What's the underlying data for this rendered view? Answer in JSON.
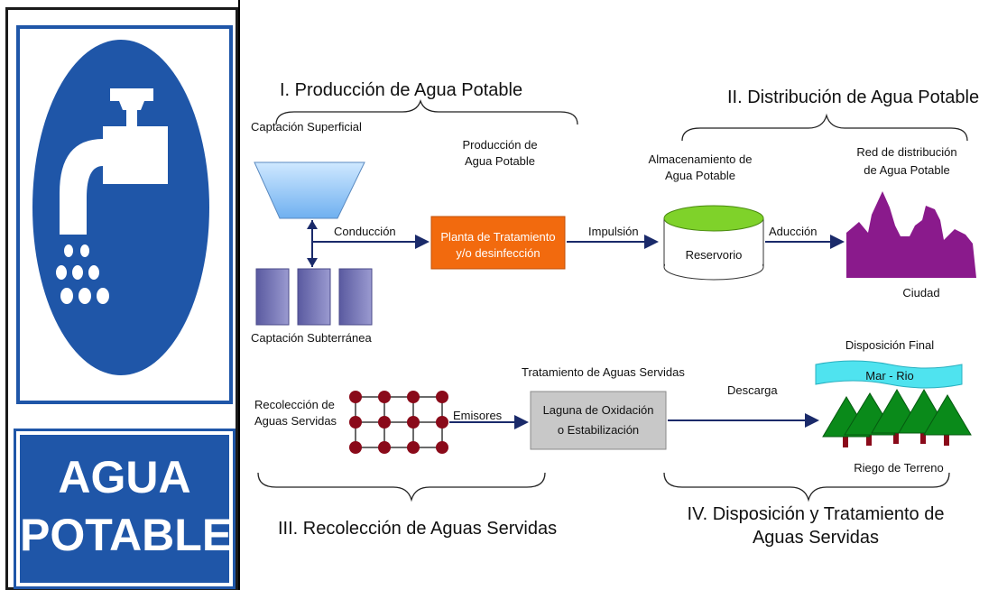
{
  "sign": {
    "line1": "AGUA",
    "line2": "POTABLE"
  },
  "sections": {
    "production_title": "I. Producción de Agua Potable",
    "distribution_title": "II. Distribución de Agua Potable",
    "collection_title": "III. Recolección de Aguas Servidas",
    "disposal_title_1": "IV. Disposición y Tratamiento de",
    "disposal_title_2": "Aguas Servidas"
  },
  "nodes": {
    "surface_capture": "Captación Superficial",
    "underground_capture": "Captación Subterránea",
    "production_1": "Producción de",
    "production_2": "Agua Potable",
    "plant_1": "Planta de Tratamiento",
    "plant_2": "y/o desinfección",
    "storage_1": "Almacenamiento de",
    "storage_2": "Agua Potable",
    "reservoir": "Reservorio",
    "network_1": "Red de distribución",
    "network_2": "de Agua Potable",
    "city": "Ciudad",
    "collection_1": "Recolección de",
    "collection_2": "Aguas Servidas",
    "treatment_title": "Tratamiento de Aguas Servidas",
    "lagoon_1": "Laguna de Oxidación",
    "lagoon_2": "o Estabilización",
    "final_disposal": "Disposición Final",
    "sea_river": "Mar - Rio",
    "irrigation": "Riego de Terreno"
  },
  "edges": {
    "conduction": "Conducción",
    "impulsion": "Impulsión",
    "aduction": "Aducción",
    "emitters": "Emisores",
    "discharge": "Descarga"
  },
  "colors": {
    "sign_blue": "#1f56a8",
    "plant_orange": "#f26a0e",
    "reservoir_green": "#7fd22a",
    "city_purple": "#8a1a8c",
    "well_purple": "#7f7fb8",
    "collector_red": "#8a0a1a",
    "lagoon_gray": "#c8c8c8",
    "tree_green": "#0a8a1a",
    "river_cyan": "#4fe3ef"
  }
}
